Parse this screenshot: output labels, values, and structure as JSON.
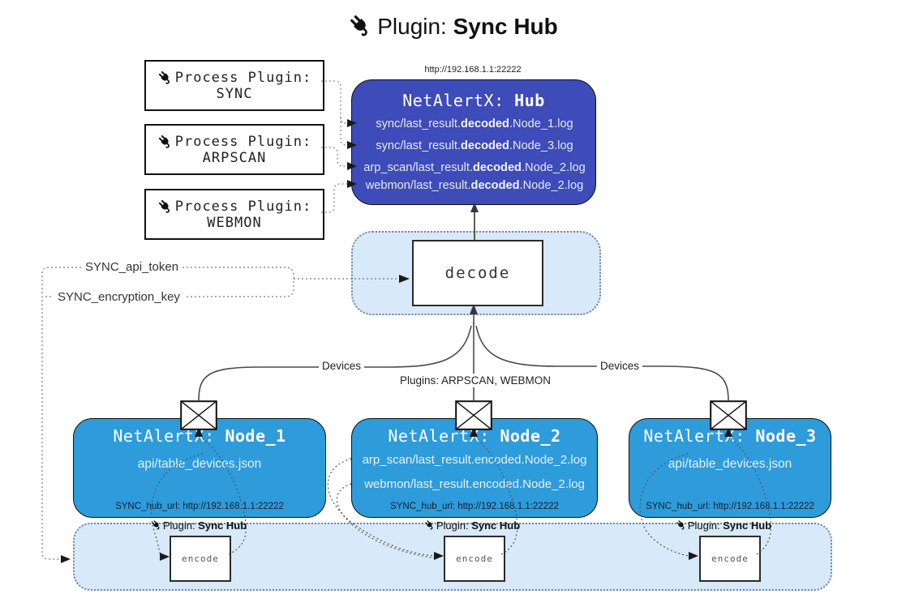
{
  "title": {
    "icon": "plug-icon",
    "prefix": "Plugin: ",
    "name": "Sync Hub"
  },
  "process_plugins": {
    "items": [
      {
        "icon": "plug-icon",
        "label": "Process Plugin:",
        "name": "SYNC"
      },
      {
        "icon": "plug-icon",
        "label": "Process Plugin:",
        "name": "ARPSCAN"
      },
      {
        "icon": "plug-icon",
        "label": "Process Plugin:",
        "name": "WEBMON"
      }
    ]
  },
  "hub": {
    "url": "http://192.168.1.1:22222",
    "name_prefix": "NetAlertX: ",
    "name": "Hub",
    "logs": [
      {
        "pre": "sync/last_result.",
        "bold": "decoded",
        "post": ".Node_1.log"
      },
      {
        "pre": "sync/last_result.",
        "bold": "decoded",
        "post": ".Node_3.log"
      },
      {
        "pre": "arp_scan/last_result.",
        "bold": "decoded",
        "post": ".Node_2.log"
      },
      {
        "pre": "webmon/last_result.",
        "bold": "decoded",
        "post": ".Node_2.log"
      }
    ]
  },
  "decode_box": {
    "label": "decode"
  },
  "settings": {
    "api_token": "SYNC_api_token",
    "encryption_key": "SYNC_encryption_key"
  },
  "edge_labels": {
    "devices_left": "Devices",
    "devices_right": "Devices",
    "plugins_center": "Plugins: ARPSCAN, WEBMON"
  },
  "nodes": [
    {
      "name_prefix": "NetAlertX: ",
      "name": "Node_1",
      "files": [
        "api/table_devices.json"
      ],
      "hub_url": "SYNC_hub_url: http://192.168.1.1:22222"
    },
    {
      "name_prefix": "NetAlertX: ",
      "name": "Node_2",
      "files": [
        "arp_scan/last_result.encoded.Node_2.log",
        "webmon/last_result.encoded.Node_2.log"
      ],
      "hub_url": "SYNC_hub_url: http://192.168.1.1:22222"
    },
    {
      "name_prefix": "NetAlertX: ",
      "name": "Node_3",
      "files": [
        "api/table_devices.json"
      ],
      "hub_url": "SYNC_hub_url: http://192.168.1.1:22222"
    }
  ],
  "encoders": [
    {
      "icon": "plug-icon",
      "plugin_prefix": "Plugin: ",
      "plugin_name": "Sync Hub",
      "box_label": "encode"
    },
    {
      "icon": "plug-icon",
      "plugin_prefix": "Plugin: ",
      "plugin_name": "Sync Hub",
      "box_label": "encode"
    },
    {
      "icon": "plug-icon",
      "plugin_prefix": "Plugin: ",
      "plugin_name": "Sync Hub",
      "box_label": "encode"
    }
  ],
  "colors": {
    "hub_fill": "#3d4cb8",
    "node_fill": "#2e9bdb",
    "container_fill": "#d8e9f9",
    "container_border": "#6e87a3"
  }
}
